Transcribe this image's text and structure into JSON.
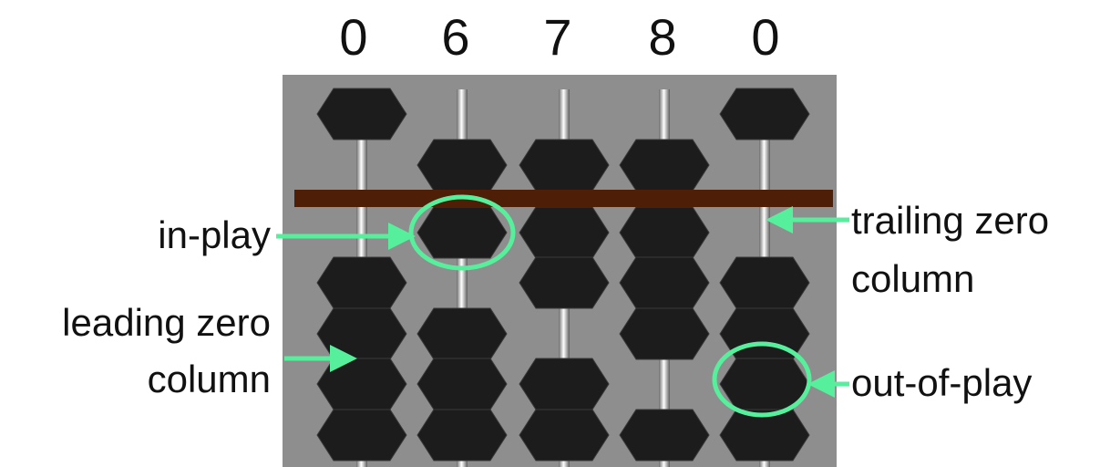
{
  "digits": [
    "0",
    "6",
    "7",
    "8",
    "0"
  ],
  "labels": {
    "in_play": "in-play",
    "leading_zero_line1": "leading zero",
    "leading_zero_line2": "column",
    "trailing_zero_line1": "trailing zero",
    "trailing_zero_line2": "column",
    "out_of_play": "out-of-play"
  },
  "colors": {
    "frame": "#8e8e8e",
    "bead": "#1c1c1c",
    "beam": "#4e1f06",
    "annotation": "#56ef9c"
  },
  "icons": [
    "abacus-frame",
    "bead",
    "rod",
    "reckoning-bar",
    "arrow",
    "highlight-circle"
  ]
}
